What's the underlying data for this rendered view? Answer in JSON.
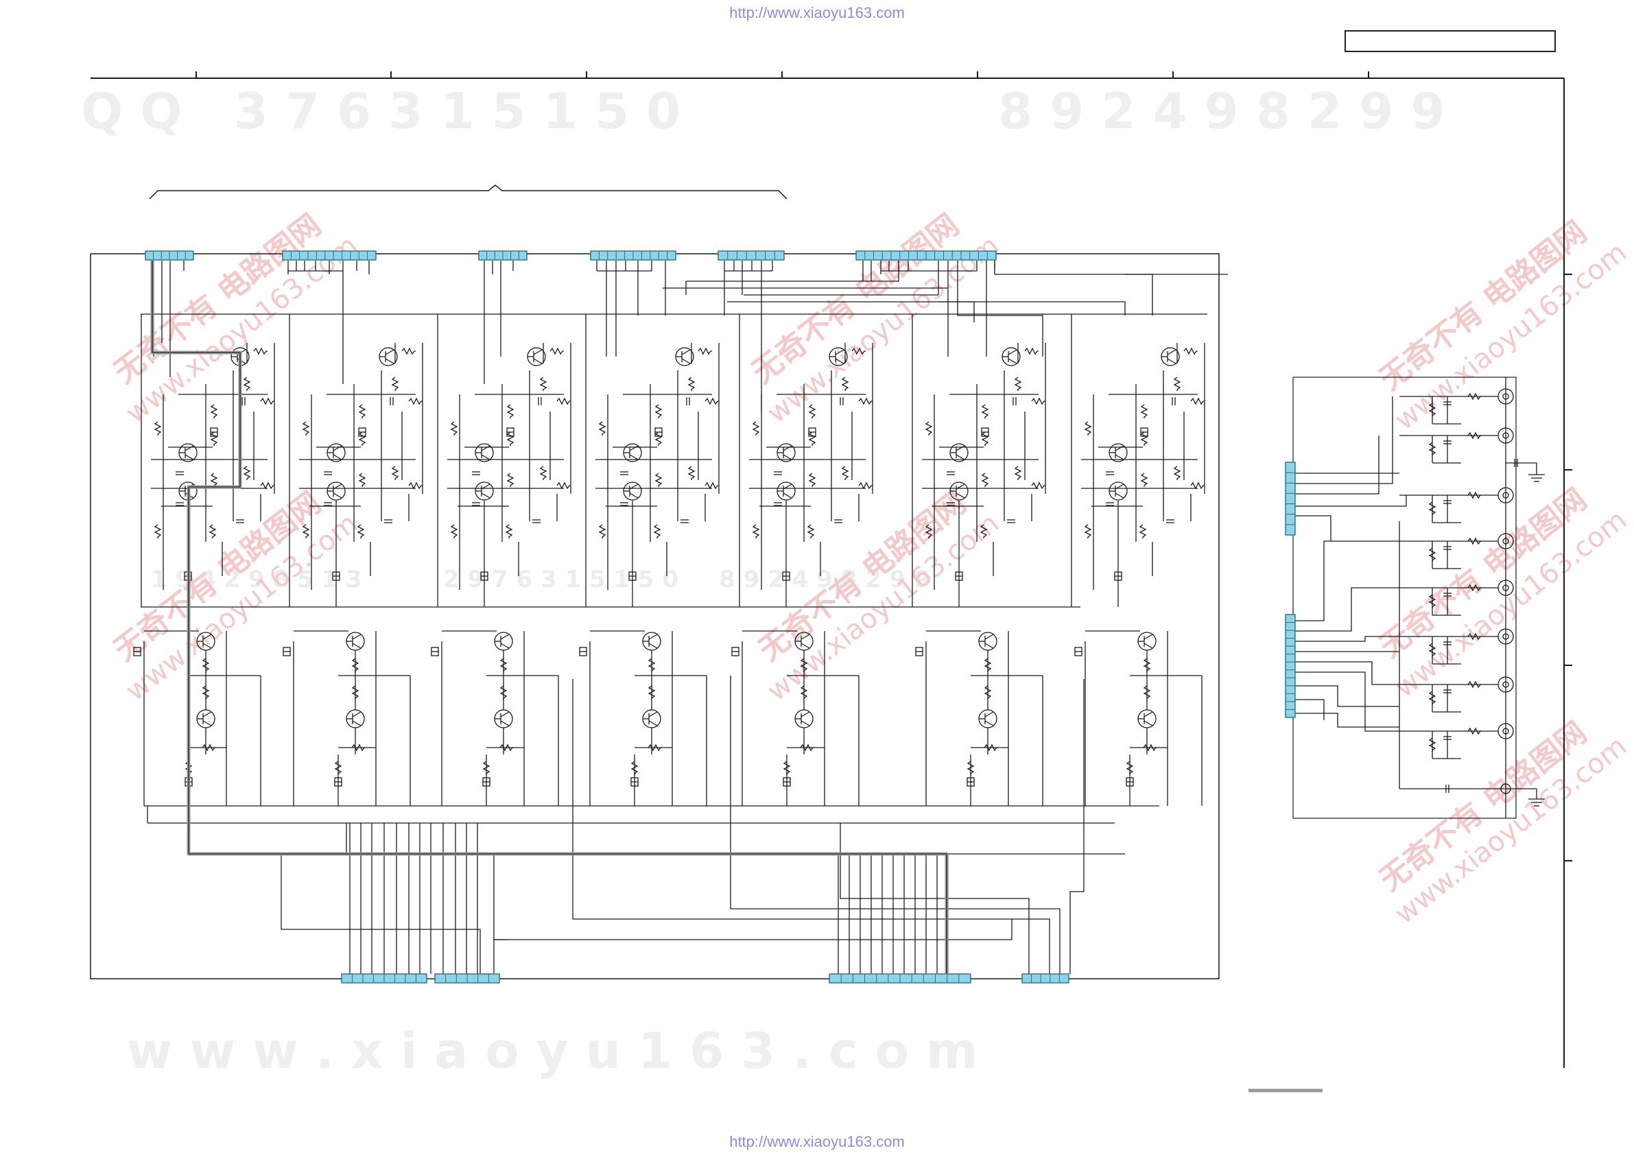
{
  "header": {
    "url_top": "http://www.xiaoyu163.com"
  },
  "footer": {
    "url_bottom": "http://www.xiaoyu163.com"
  },
  "watermarks": {
    "qq_digits": "Q Q   3 7 6 3 1 5 1 5 0",
    "phone_digits": "8 9 2 4 9 8 2 9 9",
    "site_spaced": "w w w . x i a o y u 1 6 3 . c o m",
    "middle_digits": "1 9 4 2 9 8 5 1 3          2 9 7 6 3 1 5 1 5 0     8 9 2 4 9 8 2 9 9",
    "stamp_cn": "无奇不有 电路图网",
    "stamp_url": "www.xiaoyu163.com"
  },
  "colors": {
    "wire": "#1a1a1a",
    "connector_fill": "#8fd3e8",
    "connector_stroke": "#2a6f86",
    "watermark_red": "#f4c9c9",
    "url_blue": "#8c8cd9"
  }
}
